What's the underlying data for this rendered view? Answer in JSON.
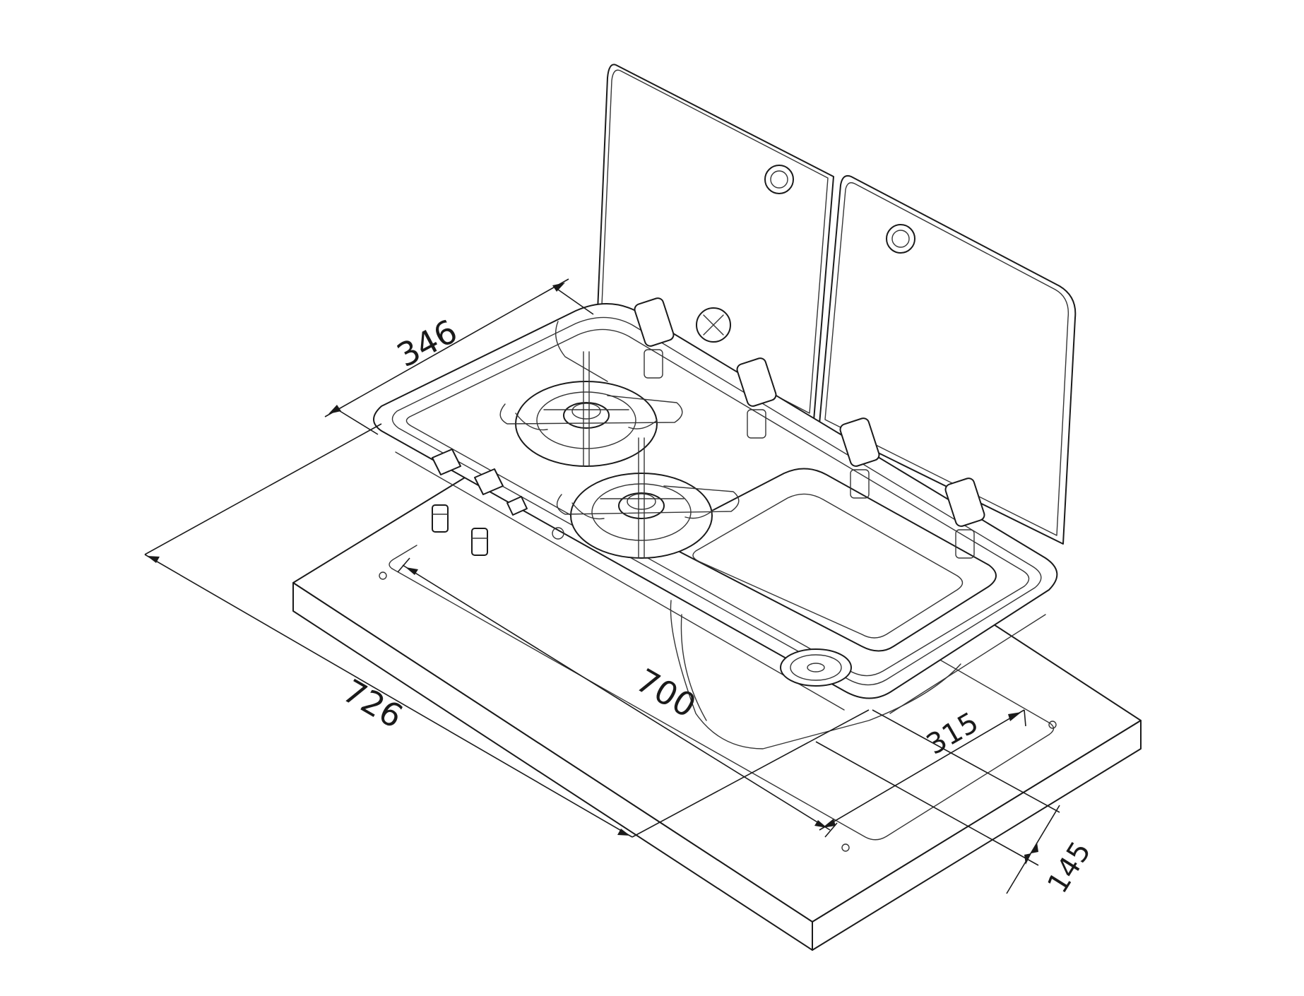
{
  "dimensions": {
    "overall_length": "726",
    "overall_depth": "346",
    "cutout_length": "700",
    "sink_width": "315",
    "sink_depth": "145"
  },
  "colors": {
    "line": "#1a1a1a",
    "background": "#ffffff"
  }
}
